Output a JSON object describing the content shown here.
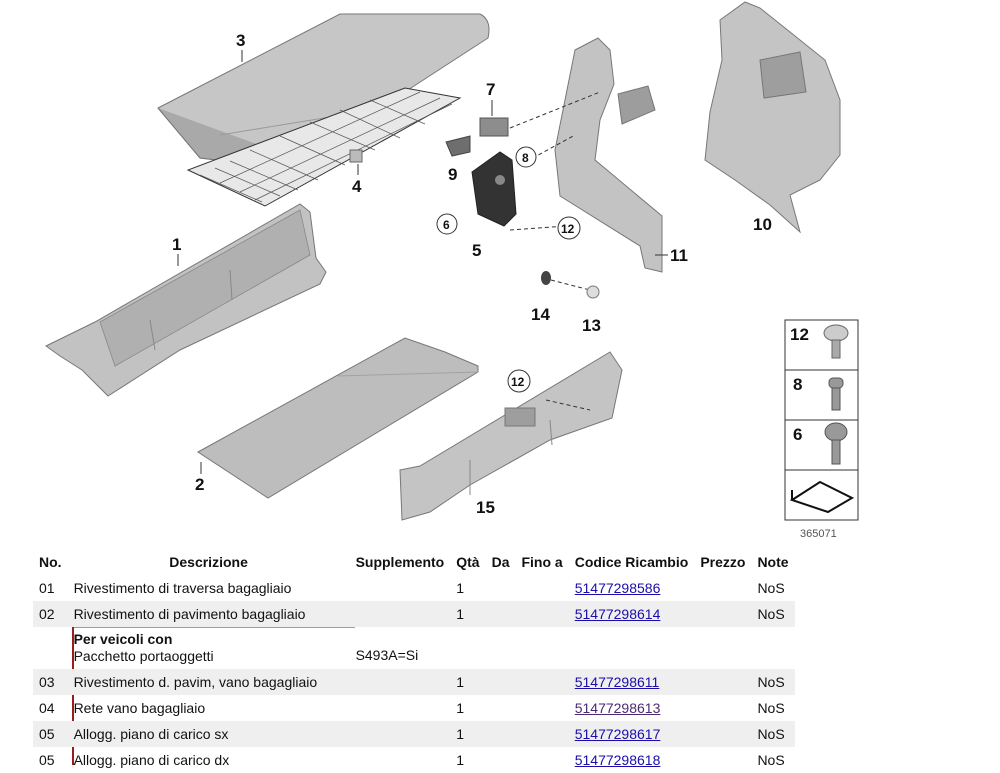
{
  "diagram": {
    "callouts": {
      "c1": "1",
      "c2": "2",
      "c3": "3",
      "c4": "4",
      "c5": "5",
      "c6": "6",
      "c7": "7",
      "c8": "8",
      "c9": "9",
      "c10": "10",
      "c11": "11",
      "c12": "12",
      "c13": "13",
      "c14": "14",
      "c15": "15",
      "c12b": "12",
      "c12c": "12",
      "c6b": "6",
      "c8b": "8"
    },
    "legend": {
      "l12": "12",
      "l8": "8",
      "l6": "6"
    },
    "diagram_id": "365071"
  },
  "table": {
    "headers": {
      "no": "No.",
      "descrizione": "Descrizione",
      "supplemento": "Supplemento",
      "qta": "Qtà",
      "da": "Da",
      "fino": "Fino a",
      "codice": "Codice Ricambio",
      "prezzo": "Prezzo",
      "note": "Note"
    },
    "rows": [
      {
        "no": "01",
        "desc": "Rivestimento di traversa bagagliaio",
        "qty": "1",
        "code": "51477298586",
        "note": "NoS"
      },
      {
        "no": "02",
        "desc": "Rivestimento di pavimento bagagliaio",
        "qty": "1",
        "code": "51477298614",
        "note": "NoS"
      },
      {
        "cond_title": "Per veicoli con",
        "cond_line": "Pacchetto portaoggetti",
        "supplement": "S493A=Si"
      },
      {
        "no": "03",
        "desc": "Rivestimento d. pavim, vano bagagliaio",
        "qty": "1",
        "code": "51477298611",
        "note": "NoS"
      },
      {
        "no": "04",
        "desc": "Rete vano bagagliaio",
        "qty": "1",
        "code": "51477298613",
        "note": "NoS"
      },
      {
        "no": "05",
        "desc": "Allogg. piano di carico sx",
        "qty": "1",
        "code": "51477298617",
        "note": "NoS"
      },
      {
        "no": "05",
        "desc": "Allogg. piano di carico dx",
        "qty": "1",
        "code": "51477298618",
        "note": "NoS"
      }
    ]
  }
}
